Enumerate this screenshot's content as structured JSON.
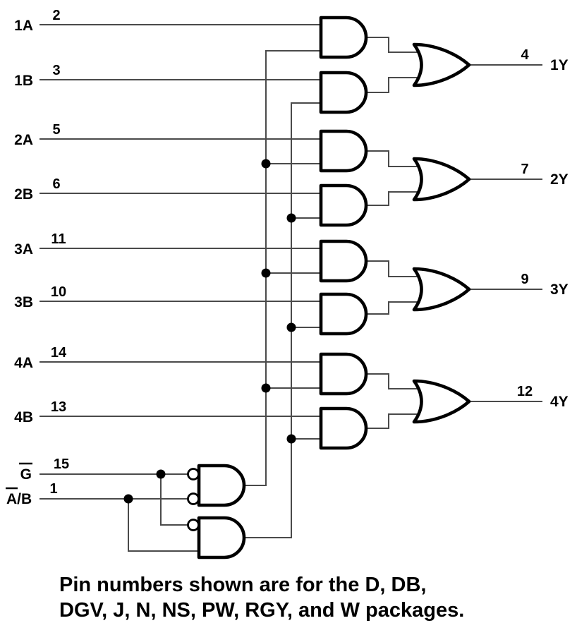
{
  "diagram": {
    "inputs": [
      {
        "label": "1A",
        "pin": "2"
      },
      {
        "label": "1B",
        "pin": "3"
      },
      {
        "label": "2A",
        "pin": "5"
      },
      {
        "label": "2B",
        "pin": "6"
      },
      {
        "label": "3A",
        "pin": "11"
      },
      {
        "label": "3B",
        "pin": "10"
      },
      {
        "label": "4A",
        "pin": "14"
      },
      {
        "label": "4B",
        "pin": "13"
      }
    ],
    "select_inputs": {
      "enable": {
        "label": "G",
        "pin": "15",
        "overbar": true
      },
      "select": {
        "label_overbar": "A",
        "label_rest": "/B",
        "pin": "1"
      }
    },
    "outputs": [
      {
        "label": "1Y",
        "pin": "4"
      },
      {
        "label": "2Y",
        "pin": "7"
      },
      {
        "label": "3Y",
        "pin": "9"
      },
      {
        "label": "4Y",
        "pin": "12"
      }
    ],
    "caption": {
      "line1": "Pin numbers shown are for the D, DB,",
      "line2": "DGV, J, N, NS, PW, RGY, and W packages."
    },
    "colors": {
      "ink": "#000000",
      "wire": "#4a4a4a",
      "background": "#ffffff"
    }
  }
}
